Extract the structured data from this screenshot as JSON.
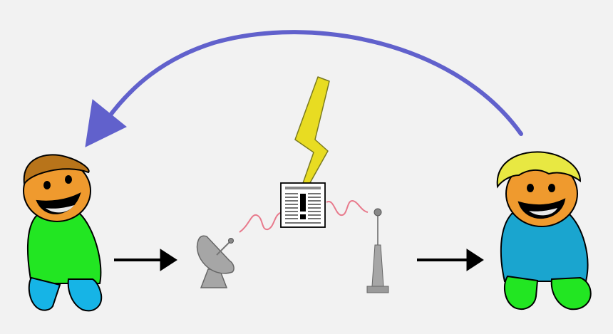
{
  "diagram": {
    "background": "#f2f2f2",
    "colors": {
      "feedback_arrow": "#6161cc",
      "flow_arrow": "#000000",
      "signal_wave": "#e87a8c",
      "lightning": "#e8dc22",
      "skin": "#ef9a2e",
      "sender_hair": "#b8741a",
      "sender_shirt": "#22e622",
      "sender_pants": "#16b4e6",
      "receiver_hair": "#e8e842",
      "receiver_shirt": "#1aa5cf",
      "receiver_pants": "#22e622",
      "device_gray": "#a6a6a6"
    },
    "nodes": [
      {
        "id": "sender",
        "icon": "person-icon"
      },
      {
        "id": "transmitter",
        "icon": "satellite-dish-icon"
      },
      {
        "id": "message",
        "icon": "alert-document-icon"
      },
      {
        "id": "noise",
        "icon": "lightning-bolt-icon"
      },
      {
        "id": "receiver-antenna",
        "icon": "antenna-icon"
      },
      {
        "id": "receiver",
        "icon": "person-icon"
      }
    ],
    "edges": [
      {
        "from": "sender",
        "to": "transmitter",
        "style": "straight-arrow"
      },
      {
        "from": "transmitter",
        "to": "message",
        "style": "wavy-signal"
      },
      {
        "from": "message",
        "to": "receiver-antenna",
        "style": "wavy-signal"
      },
      {
        "from": "receiver-antenna",
        "to": "receiver",
        "style": "straight-arrow"
      },
      {
        "from": "receiver",
        "to": "sender",
        "style": "curved-feedback-arrow"
      }
    ]
  }
}
